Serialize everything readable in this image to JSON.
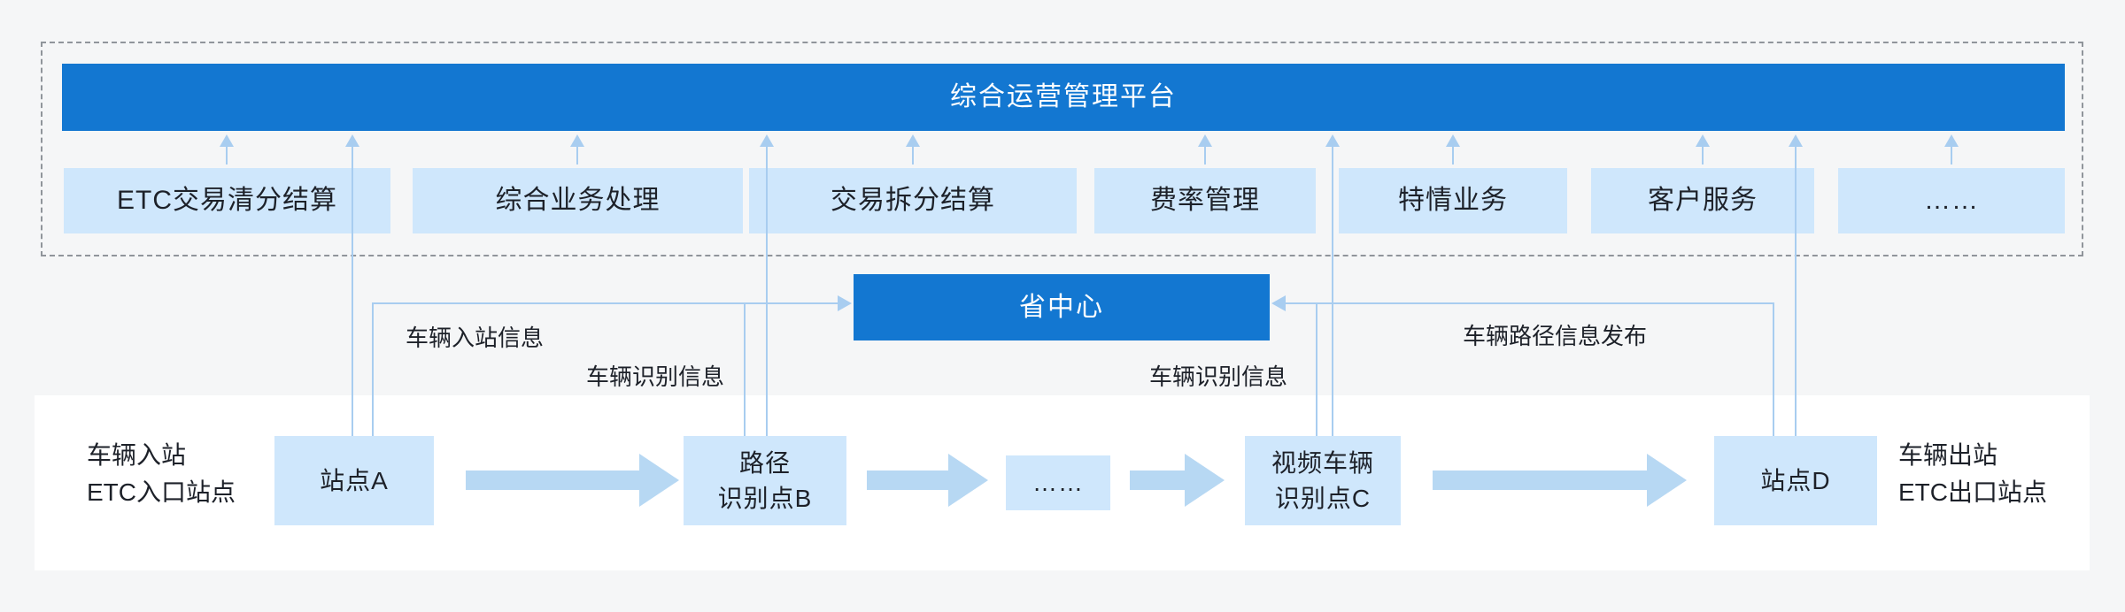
{
  "colors": {
    "primary_blue": "#1377d1",
    "light_blue_box": "#cfe7fc",
    "connector_blue": "#a8cdf0",
    "flow_arrow_blue": "#b7d8f3",
    "background": "#f5f6f7",
    "text": "#1d2129"
  },
  "platform": {
    "title": "综合运营管理平台",
    "modules": [
      "ETC交易清分结算",
      "综合业务处理",
      "交易拆分结算",
      "费率管理",
      "特情业务",
      "客户服务",
      "……"
    ]
  },
  "center": {
    "label": "省中心"
  },
  "connector_labels": {
    "entry_info": "车辆入站信息",
    "ident_info_left": "车辆识别信息",
    "ident_info_right": "车辆识别信息",
    "route_publish": "车辆路径信息发布"
  },
  "flow": {
    "entry_caption": [
      "车辆入站",
      "ETC入口站点"
    ],
    "exit_caption": [
      "车辆出站",
      "ETC出口站点"
    ],
    "nodes": [
      {
        "label": "站点A",
        "lines": [
          "站点A"
        ]
      },
      {
        "label": "路径识别点B",
        "lines": [
          "路径",
          "识别点B"
        ]
      },
      {
        "label": "……",
        "lines": [
          "……"
        ]
      },
      {
        "label": "视频车辆识别点C",
        "lines": [
          "视频车辆",
          "识别点C"
        ]
      },
      {
        "label": "站点D",
        "lines": [
          "站点D"
        ]
      }
    ]
  }
}
